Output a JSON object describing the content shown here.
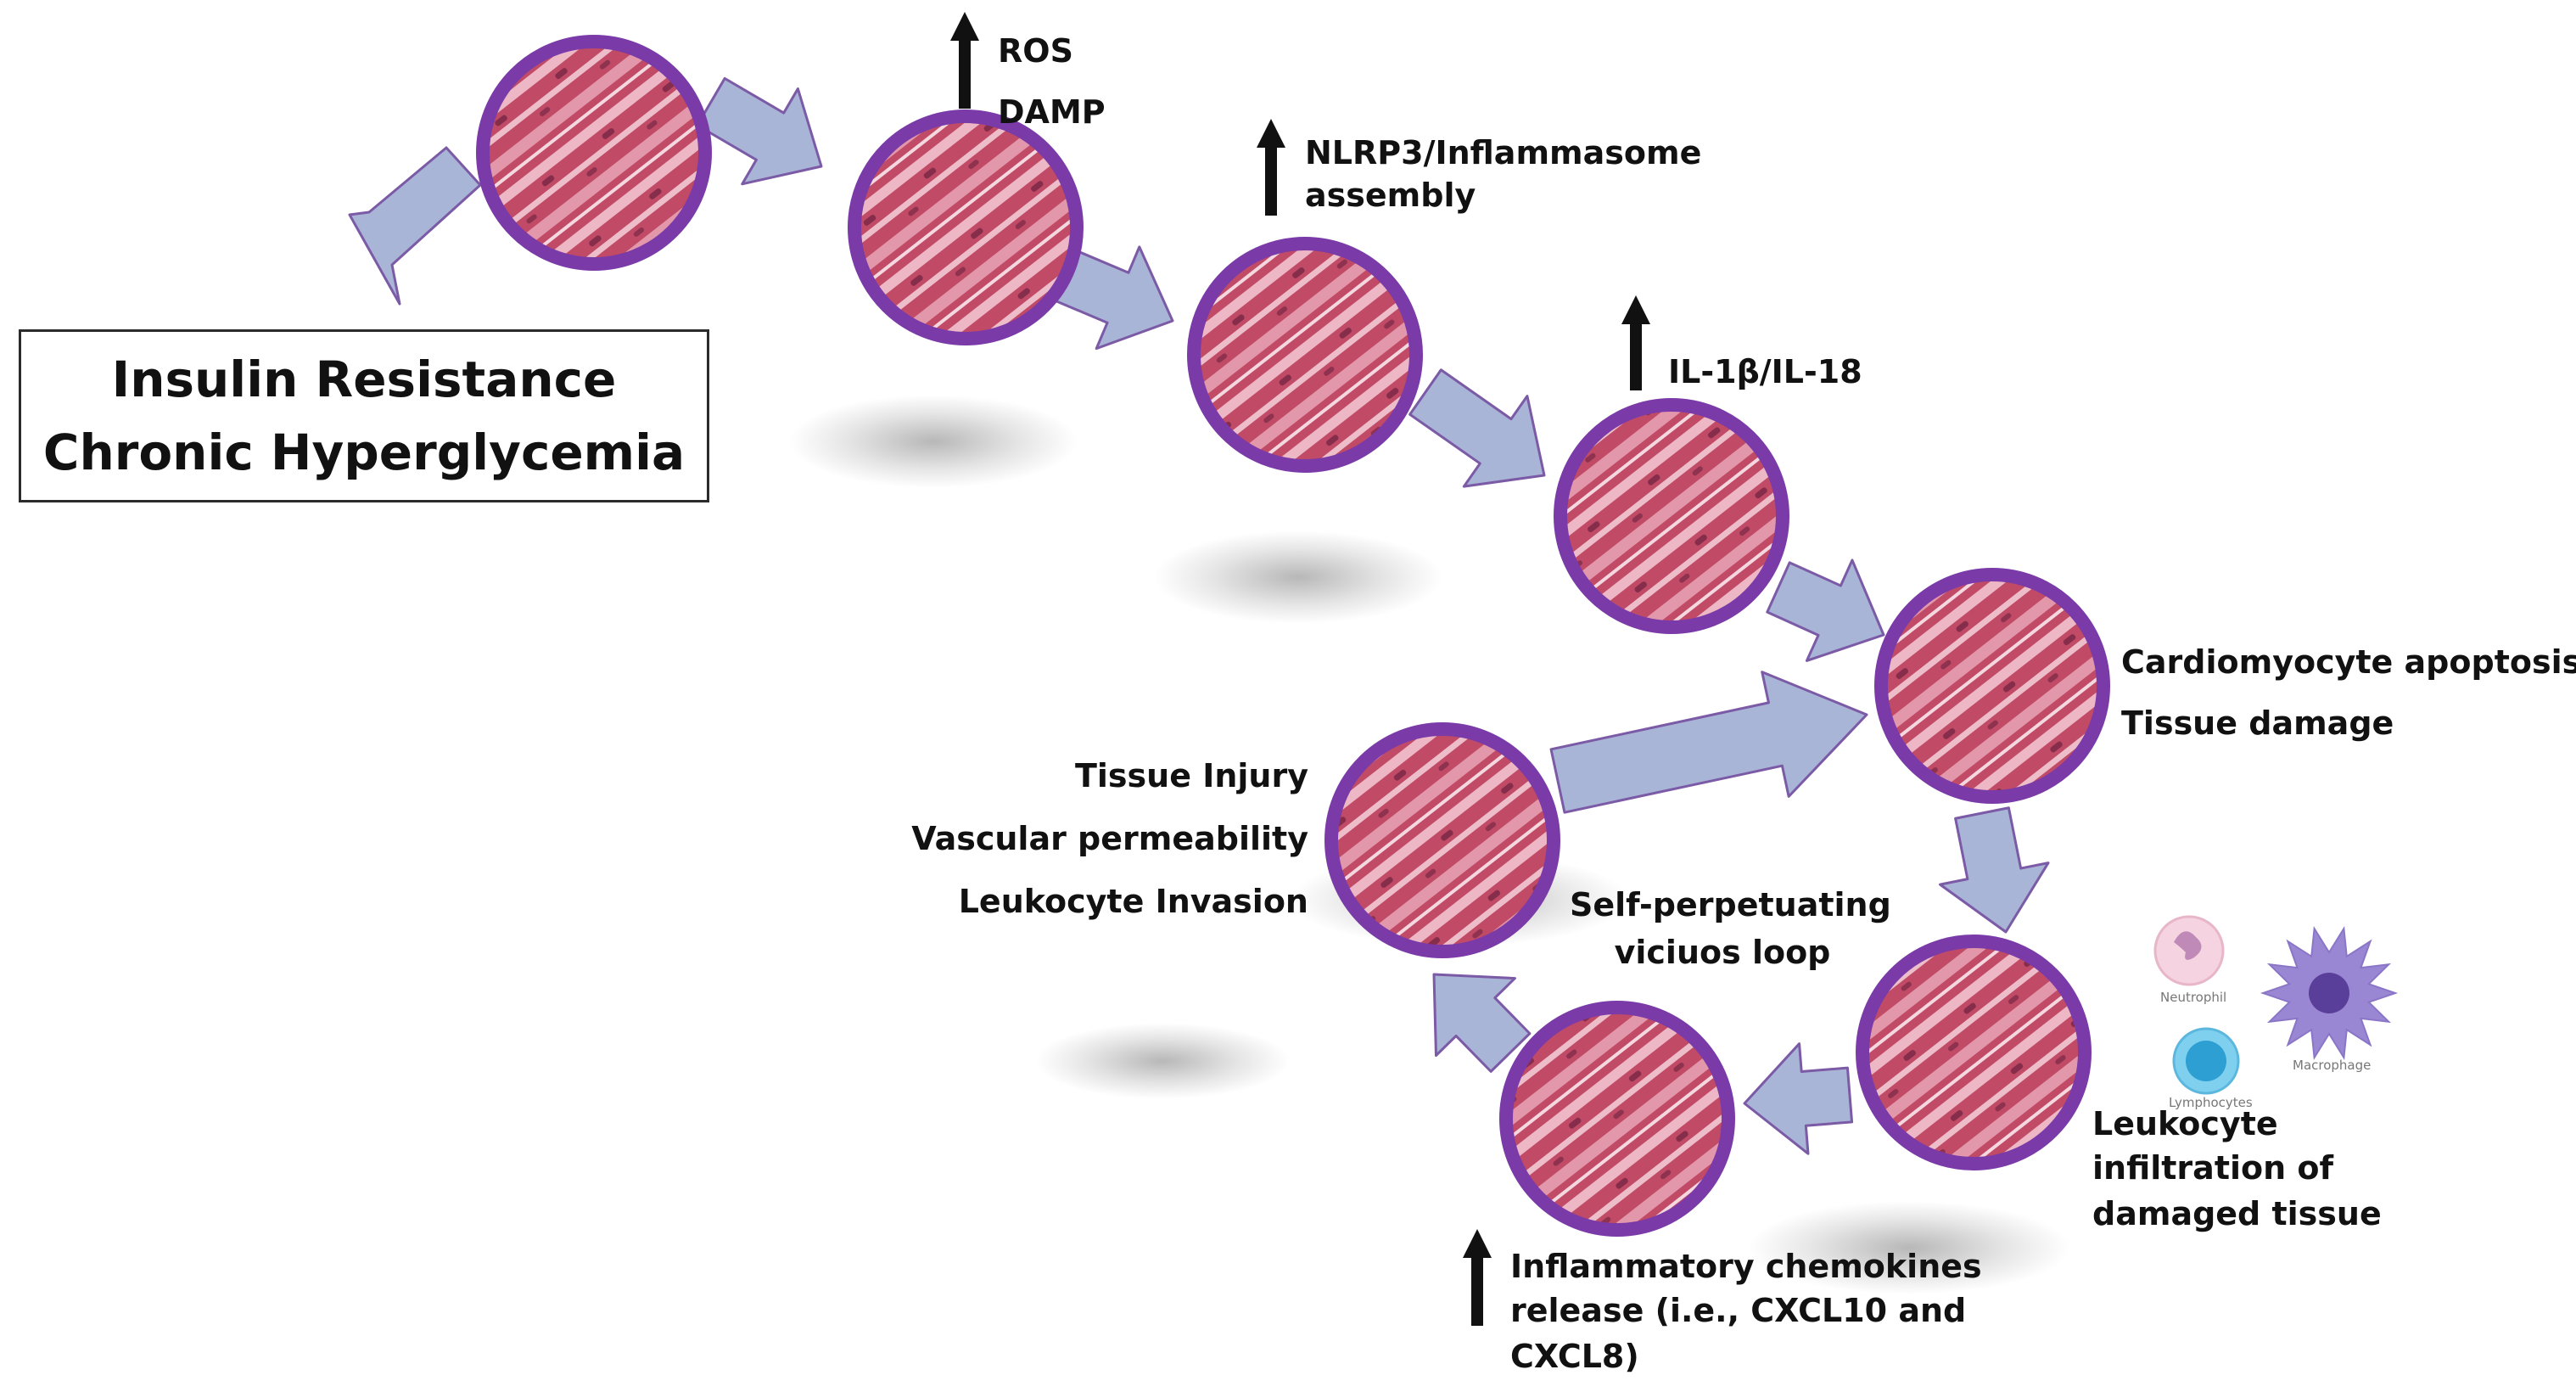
{
  "start_box": {
    "line1": "Insulin Resistance",
    "line2": "Chronic Hyperglycemia"
  },
  "labels": {
    "ros": "ROS",
    "damp": "DAMP",
    "nlrp3_line1": "NLRP3/Inflammasome",
    "nlrp3_line2": "assembly",
    "il": "IL-1β/IL-18",
    "apoptosis": "Cardiomyocyte apoptosis",
    "tissue_damage": "Tissue damage",
    "tissue_injury": "Tissue Injury",
    "vascular_permeability": "Vascular permeability",
    "leukocyte_invasion": "Leukocyte Invasion",
    "loop_line1": "Self-perpetuating",
    "loop_line2": "viciuos loop",
    "infiltration_line1": "Leukocyte",
    "infiltration_line2": "infiltration of",
    "infiltration_line3": "damaged tissue",
    "chemokines_line1": "Inflammatory chemokines",
    "chemokines_line2": "release (i.e., CXCL10 and",
    "chemokines_line3": "CXCL8)"
  },
  "cells": {
    "neutrophil": "Neutrophil",
    "lymphocytes": "Lymphocytes",
    "macrophage": "Macrophage"
  },
  "colors": {
    "ring": "#7a3aa8",
    "ring_dark": "#5b2381",
    "tissue": "#c8506a",
    "tissue_light": "#f4cfd9",
    "arrow_fill": "#a9b5d7",
    "arrow_stroke": "#7b5aa6",
    "up_arrow": "#111111"
  }
}
